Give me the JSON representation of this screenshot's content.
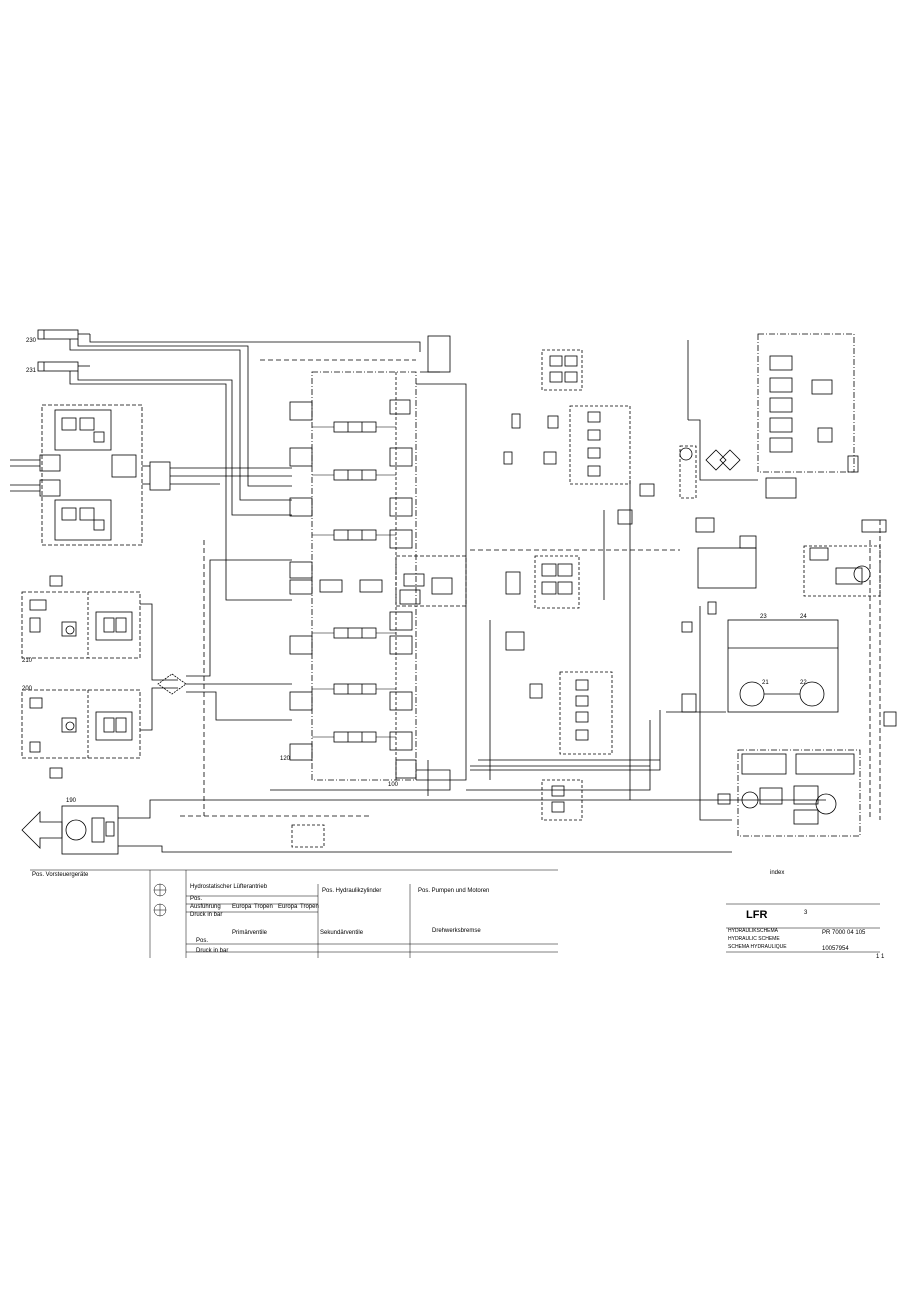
{
  "drawing": {
    "position_labels": [
      "230",
      "231",
      "210",
      "200",
      "190",
      "100",
      "120",
      "21",
      "22",
      "23",
      "24"
    ],
    "legend": {
      "steuergeraete_header": "Pos. Vorsteuergeräte",
      "lueftermotor_header": "Hydrostatischer Lüfterantrieb",
      "lueftermotor_rows": [
        "Pos.",
        "Ausführung",
        "Druck in bar"
      ],
      "lueftermotor_variants": [
        "Europa",
        "Tropen",
        "Europa",
        "Tropen"
      ],
      "zylinder_header": "Pos. Hydraulikzylinder",
      "pumpen_header": "Pos. Pumpen und Motoren",
      "primaer_header": "Primärventile",
      "sekundaer_header": "Sekundärventile",
      "drehwerk_header": "Drehwerksbremse",
      "druck_row": [
        "Pos.",
        "Druck in bar"
      ]
    },
    "title_block": {
      "company": "LFR",
      "lines": [
        "HYDRAULIKSCHEMA",
        "HYDRAULIC SCHEME",
        "SCHEMA HYDRAULIQUE"
      ],
      "drawing_number": "PR 7000 04 105",
      "id_number": "10057954",
      "sheet": "1 1",
      "revision_label": "index",
      "misc": "3"
    }
  }
}
